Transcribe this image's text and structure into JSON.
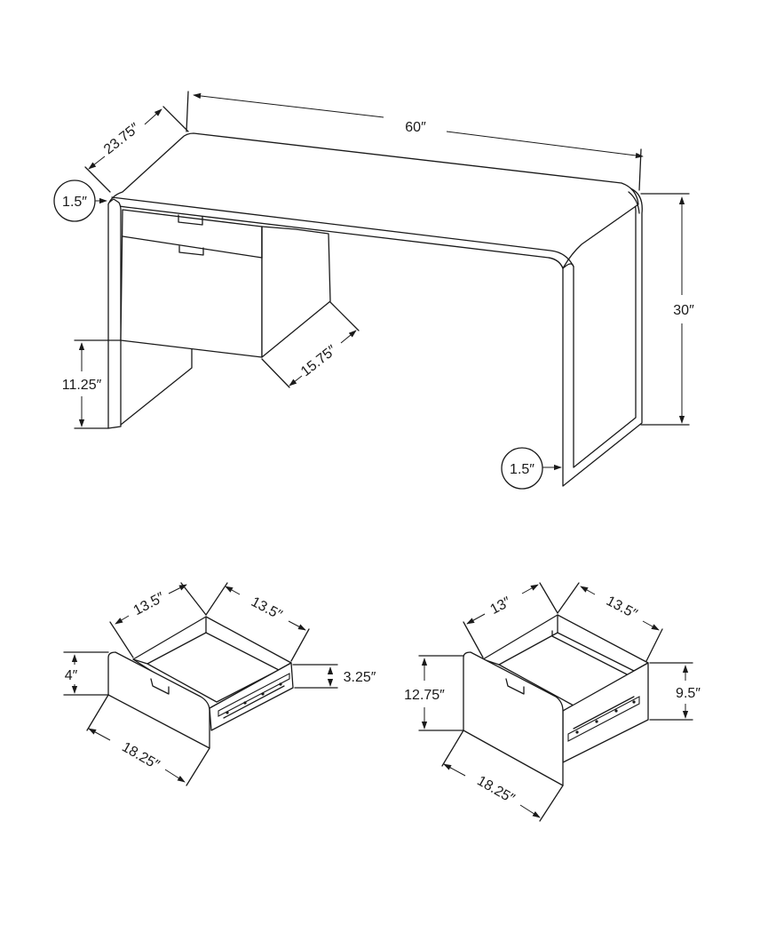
{
  "colors": {
    "line": "#1a1a1a",
    "background": "#ffffff"
  },
  "desk": {
    "width": "60″",
    "depth": "23.75″",
    "height": "30″",
    "panel_thickness_left": "1.5″",
    "panel_thickness_right": "1.5″",
    "cabinet_depth": "15.75″",
    "floor_clearance": "11.25″"
  },
  "small_drawer": {
    "inner_width": "13.5″",
    "inner_depth": "13.5″",
    "front_height": "4″",
    "side_height": "3.25″",
    "front_width": "18.25″"
  },
  "file_drawer": {
    "inner_width": "13″",
    "inner_depth": "13.5″",
    "front_height": "12.75″",
    "side_height": "9.5″",
    "front_width": "18.25″"
  }
}
